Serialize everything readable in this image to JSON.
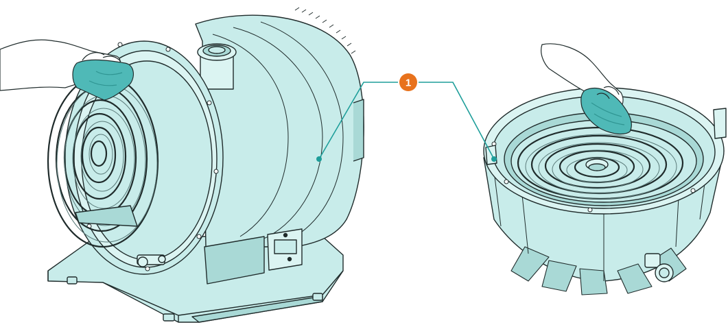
{
  "callout": {
    "number": "1"
  },
  "colors": {
    "body_fill": "#c8ecea",
    "body_fill_light": "#dbf4f2",
    "body_fill_dark": "#a9d9d6",
    "outline": "#1f2b2b",
    "cloth": "#4fb9b7",
    "cloth_dark": "#2f9592",
    "leader_line": "#1e9e9a",
    "callout_badge": "#e8721c",
    "skin": "#ffffff"
  },
  "icons": {
    "left_figure": "scroll-pump-assembled-illustration",
    "right_figure": "scroll-housing-opened-illustration",
    "hands": "hand-wiping-cloth-icon"
  }
}
